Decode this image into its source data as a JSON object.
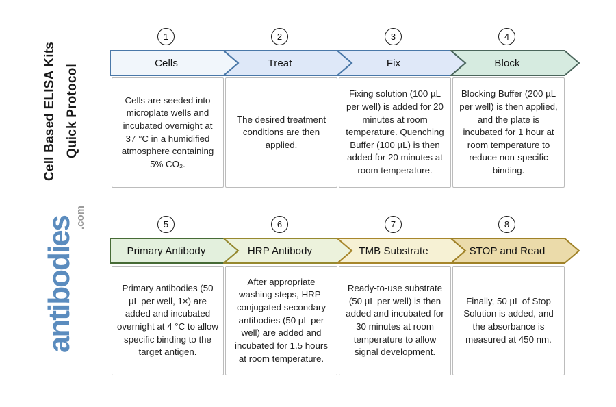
{
  "sidebar": {
    "title_line1": "Cell Based ELISA Kits",
    "title_line2": "Quick Protocol",
    "title_color": "#1a1a1a",
    "logo_text": "antibodies",
    "logo_suffix": ".com",
    "logo_color": "#5b8cbe",
    "logo_suffix_color": "#9b9b9b"
  },
  "diagram": {
    "box_border_color": "#bcbcbc",
    "circle_border_color": "#1a1a1a",
    "arrow_border_blue": "#4a78a8",
    "arrow_border_green": "#476b36",
    "arrow_border_gold": "#a8872c"
  },
  "steps": [
    {
      "number": "1",
      "label": "Cells",
      "description": "Cells are seeded into microplate wells and incubated overnight at 37 °C in a humidified atmosphere containing 5% CO₂.",
      "fill": "#f1f6fb",
      "stroke": "#4a78a8"
    },
    {
      "number": "2",
      "label": "Treat",
      "description": "The desired treatment conditions are then applied.",
      "fill": "#dee8f8",
      "stroke": "#4a78a8"
    },
    {
      "number": "3",
      "label": "Fix",
      "description": "Fixing solution (100 µL per well) is added for 20 minutes at room temperature. Quenching Buffer (100 µL) is then added for 20 minutes at room temperature.",
      "fill": "#dfe8f8",
      "stroke": "#4a78a8"
    },
    {
      "number": "4",
      "label": "Block",
      "description": "Blocking Buffer (200 µL per well) is then applied, and the plate is incubated for 1 hour at room temperature to reduce non-specific binding.",
      "fill": "#d6ebe0",
      "stroke": "#4b665c"
    },
    {
      "number": "5",
      "label": "Primary Antibody",
      "description": "Primary antibodies (50 µL per well, 1×) are added and incubated overnight at 4 °C to allow specific binding to the target antigen.",
      "fill": "#e3f0dd",
      "stroke": "#476b36"
    },
    {
      "number": "6",
      "label": "HRP Antibody",
      "description": "After appropriate washing steps, HRP-conjugated secondary antibodies (50 µL per well) are added and incubated for 1.5 hours at room temperature.",
      "fill": "#ecf2dc",
      "stroke": "#97892f"
    },
    {
      "number": "7",
      "label": "TMB Substrate",
      "description": "Ready-to-use substrate (50 µL per well) is then added and incubated for 30 minutes at room temperature to allow signal development.",
      "fill": "#f6f1d4",
      "stroke": "#a8872c"
    },
    {
      "number": "8",
      "label": "STOP and Read",
      "description": "Finally, 50 µL of Stop Solution is added, and the absorbance is measured at 450 nm.",
      "fill": "#ebdbaa",
      "stroke": "#a08228"
    }
  ]
}
